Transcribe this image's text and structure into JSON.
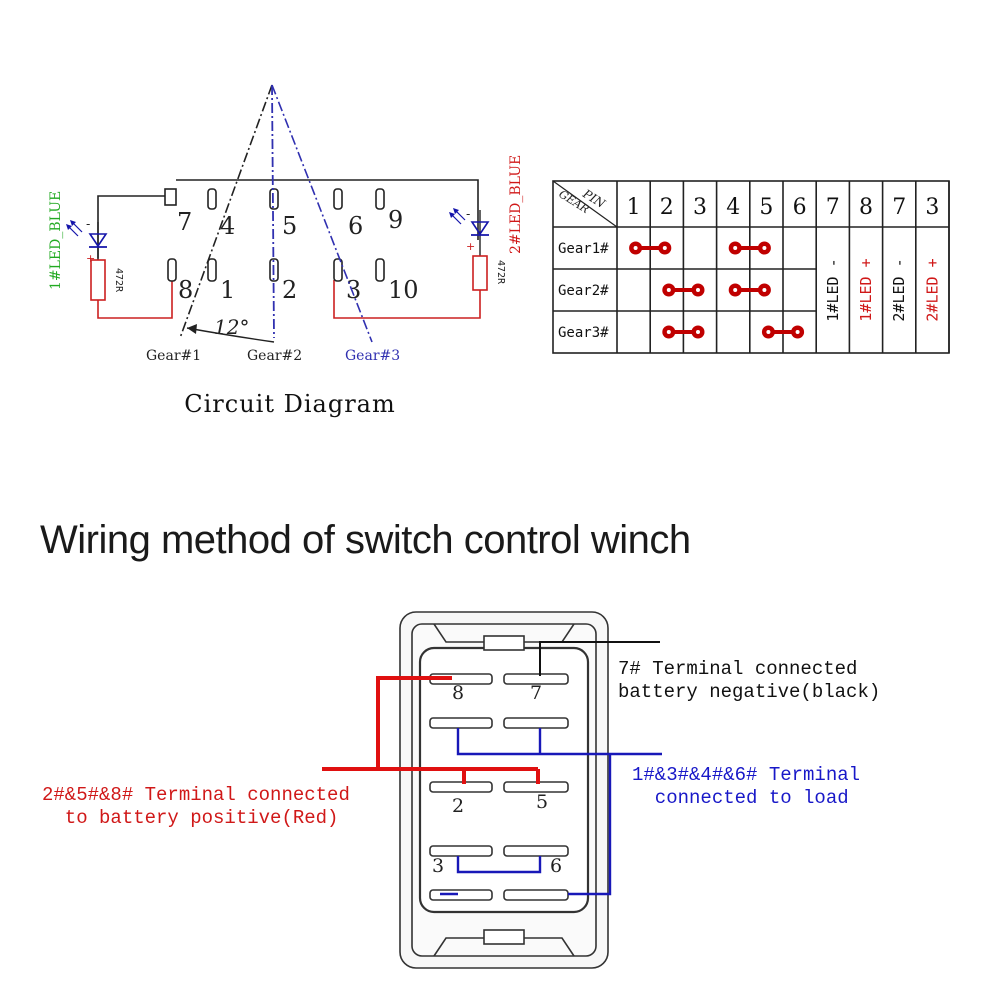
{
  "circuit": {
    "caption": "Circuit Diagram",
    "led_left_label": "1#LED_BLUE",
    "led_right_label": "2#LED_BLUE",
    "resistor_left_label": "472R",
    "resistor_right_label": "472R",
    "angle_label": "12°",
    "gear_labels": [
      "Gear#1",
      "Gear#2",
      "Gear#3"
    ],
    "pin_labels_top": [
      "7",
      "4",
      "5",
      "6",
      "9"
    ],
    "pin_labels_bottom": [
      "8",
      "1",
      "2",
      "3",
      "10"
    ],
    "polarity_minus": "-",
    "polarity_plus": "+"
  },
  "pin_table": {
    "corner_pin": "PIN",
    "corner_gear": "GEAR",
    "columns": [
      "1",
      "2",
      "3",
      "4",
      "5",
      "6",
      "7",
      "8",
      "7",
      "3"
    ],
    "rows": [
      {
        "label": "Gear1#",
        "links": [
          [
            1,
            2
          ],
          [
            4,
            5
          ]
        ]
      },
      {
        "label": "Gear2#",
        "links": [
          [
            2,
            3
          ],
          [
            4,
            5
          ]
        ]
      },
      {
        "label": "Gear3#",
        "links": [
          [
            2,
            3
          ],
          [
            5,
            6
          ]
        ]
      }
    ],
    "vertical_labels": [
      {
        "text": "1#LED -",
        "color": "#111111"
      },
      {
        "text": "1#LED +",
        "color": "#d01818"
      },
      {
        "text": "2#LED -",
        "color": "#111111"
      },
      {
        "text": "2#LED +",
        "color": "#d01818"
      }
    ],
    "link_color": "#c00000"
  },
  "wiring": {
    "title": "Wiring method of switch control winch",
    "terminal_labels": [
      "8",
      "7",
      "2",
      "5",
      "3",
      "6"
    ],
    "note_black": "7# Terminal connected\nbattery negative(black)",
    "note_red": "2#&5#&8# Terminal connected\n  to battery positive(Red)",
    "note_blue": "1#&3#&4#&6# Terminal\n  connected to load",
    "colors": {
      "red": "#e01010",
      "blue": "#1818b8",
      "black": "#111111"
    }
  }
}
